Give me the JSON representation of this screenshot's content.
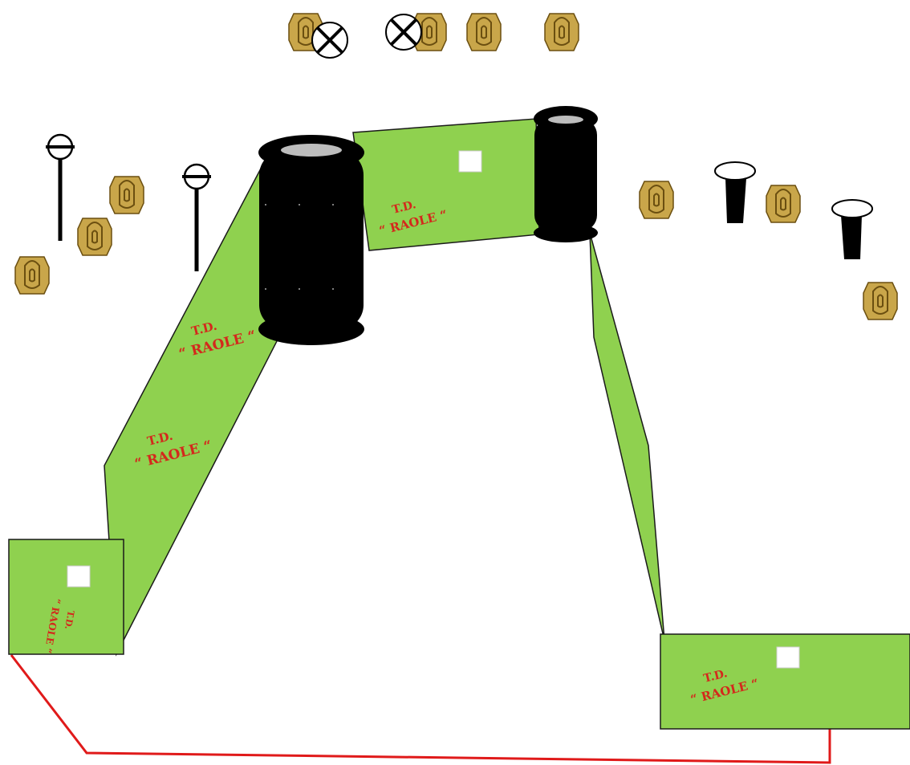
{
  "colors": {
    "field": "#8fd14f",
    "outline": "#1a1a1a",
    "tire": "#000000",
    "tire_rim": "#bdbdbd",
    "target_fill": "#c9a64a",
    "target_line": "#6b4f10",
    "text": "#d4281c",
    "boundary": "#e01a1a"
  },
  "icons": [
    "ipsc-target-icon",
    "no-shoot-target-icon",
    "popper-target-icon",
    "pepper-popper-icon",
    "tire-stack-icon",
    "shooting-box-icon"
  ],
  "labels": {
    "left_strip_upper": {
      "line1": "T.D.",
      "line2": "“ RAOLE “"
    },
    "left_strip_lower": {
      "line1": "T.D.",
      "line2": "“ RAOLE “"
    },
    "top_strip": {
      "line1": "T.D.",
      "line2": "“ RAOLE “"
    },
    "bottom_left_box": {
      "line1": "T.D.",
      "line2": "“ RAOLE “"
    },
    "bottom_right_box": {
      "line1": "T.D.",
      "line2": "“ RAOLE “"
    }
  }
}
